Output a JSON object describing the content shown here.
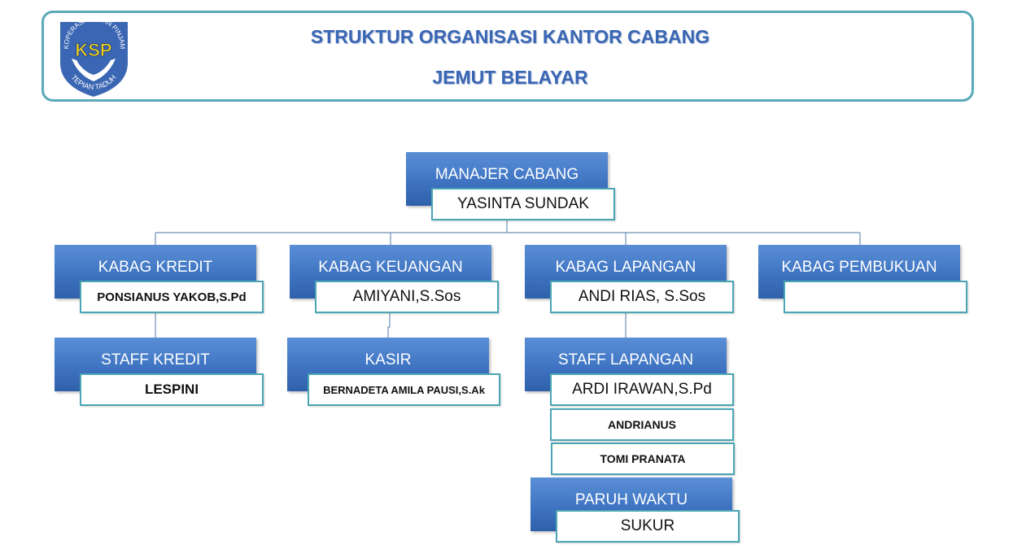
{
  "header": {
    "title_line1": "STRUKTUR ORGANISASI KANTOR CABANG",
    "title_line2": "JEMUT BELAYAR",
    "logo": {
      "text_top": "KOPERASI SIMPAN PINJAM",
      "text_center": "KSP",
      "text_bottom": "TEPIAN TADUH",
      "icon": "hands-emblem-icon",
      "color_fill": "#3a66b3",
      "color_accent": "#f2d21b"
    }
  },
  "colors": {
    "role_box": "#3f74c2",
    "name_border": "#4aa6b4",
    "connector": "#6e8fb8",
    "header_border": "#5aa9b8",
    "title": "#3a66b3"
  },
  "org": {
    "manager": {
      "role": "MANAJER CABANG",
      "name": "YASINTA SUNDAK"
    },
    "kabag_kredit": {
      "role": "KABAG KREDIT",
      "name": "PONSIANUS YAKOB,S.Pd"
    },
    "kabag_keuangan": {
      "role": "KABAG KEUANGAN",
      "name": "AMIYANI,S.Sos"
    },
    "kabag_lapangan": {
      "role": "KABAG LAPANGAN",
      "name": "ANDI RIAS, S.Sos"
    },
    "kabag_pembukuan": {
      "role": "KABAG PEMBUKUAN",
      "name": ""
    },
    "staff_kredit": {
      "role": "STAFF KREDIT",
      "name": "LESPINI"
    },
    "kasir": {
      "role": "KASIR",
      "name": "BERNADETA AMILA PAUSI,S.Ak"
    },
    "staff_lapangan": {
      "role": "STAFF LAPANGAN",
      "names": [
        "ARDI IRAWAN,S.Pd",
        "ANDRIANUS",
        "TOMI PRANATA"
      ]
    },
    "paruh_waktu": {
      "role": "PARUH WAKTU",
      "name": "SUKUR"
    }
  }
}
